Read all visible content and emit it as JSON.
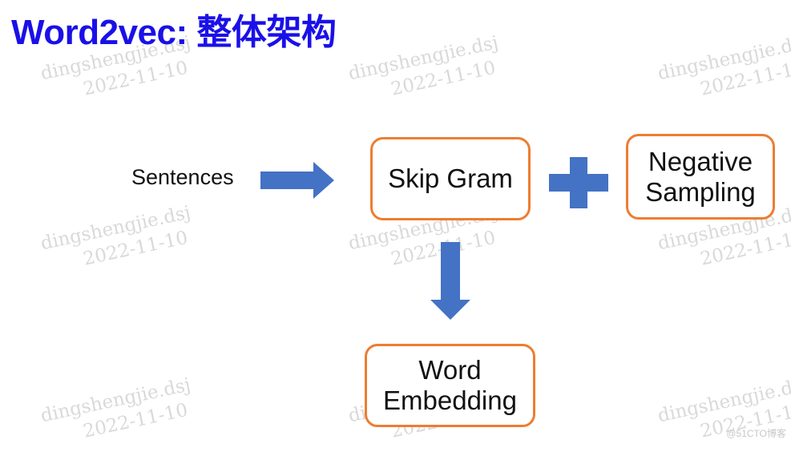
{
  "title": "Word2vec: 整体架构",
  "watermark": {
    "line1": "dingshengjie.dsj",
    "line2": "2022-11-10"
  },
  "diagram": {
    "input_label": "Sentences",
    "skip_gram": "Skip Gram",
    "negative_sampling": [
      "Negative",
      "Sampling"
    ],
    "word_embedding": [
      "Word",
      "Embedding"
    ]
  },
  "colors": {
    "title": "#1a10e8",
    "box_border": "#ed7d31",
    "arrow": "#4472c4"
  },
  "icons": {
    "plus": "plus-icon",
    "right_arrow": "right-arrow-icon",
    "down_arrow": "down-arrow-icon"
  },
  "footer_mark": "@51CTO博客"
}
